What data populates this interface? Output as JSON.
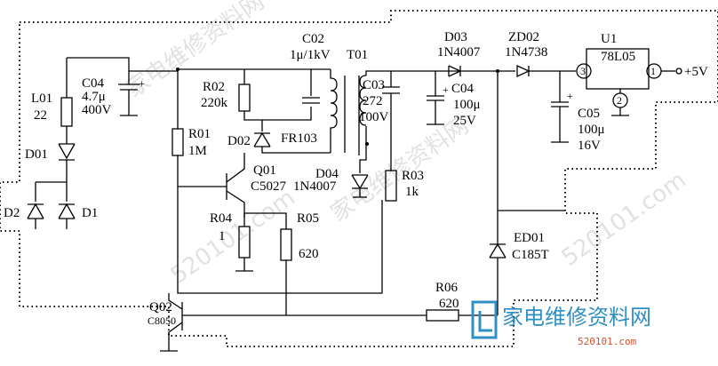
{
  "components": {
    "C02": {
      "ref": "C02",
      "value": "1μ/1kV"
    },
    "T01": {
      "ref": "T01"
    },
    "C04a": {
      "ref": "C04",
      "value1": "4.7μ",
      "value2": "400V"
    },
    "L01": {
      "ref": "L01",
      "value": "22"
    },
    "D01": {
      "ref": "D01"
    },
    "D2": {
      "ref": "D2"
    },
    "D1": {
      "ref": "D1"
    },
    "R02": {
      "ref": "R02",
      "value": "220k"
    },
    "D02": {
      "ref": "D02",
      "value": "FR103"
    },
    "R01": {
      "ref": "R01",
      "value": "1M"
    },
    "Q01": {
      "ref": "Q01",
      "value": "C5027"
    },
    "R04": {
      "ref": "R04",
      "value": "1"
    },
    "R05": {
      "ref": "R05",
      "value": "620"
    },
    "Q02": {
      "ref": "Q02",
      "value": "C8050"
    },
    "C03": {
      "ref": "C03",
      "value1": "272",
      "value2": "100V"
    },
    "D04": {
      "ref": "D04",
      "value": "1N4007"
    },
    "R03": {
      "ref": "R03",
      "value": "1k"
    },
    "D03": {
      "ref": "D03",
      "value": "1N4007"
    },
    "C04b": {
      "ref": "C04",
      "value1": "100μ",
      "value2": "25V"
    },
    "ZD02": {
      "ref": "ZD02",
      "value": "1N4738"
    },
    "U1": {
      "ref": "U1",
      "value": "78L05",
      "pin1": "1",
      "pin2": "2",
      "pin3": "3"
    },
    "C05": {
      "ref": "C05",
      "value1": "100μ",
      "value2": "16V"
    },
    "ED01": {
      "ref": "ED01",
      "value": "C185T"
    },
    "R06": {
      "ref": "R06",
      "value": "620"
    }
  },
  "output_label": "+5V",
  "watermark": {
    "brand": "家电维修资料网",
    "site": "520101.com"
  },
  "colors": {
    "line": "#000000",
    "watermark": "#c9c9c9",
    "logo": "#2f8fc4",
    "logo_sub": "#d05030"
  }
}
